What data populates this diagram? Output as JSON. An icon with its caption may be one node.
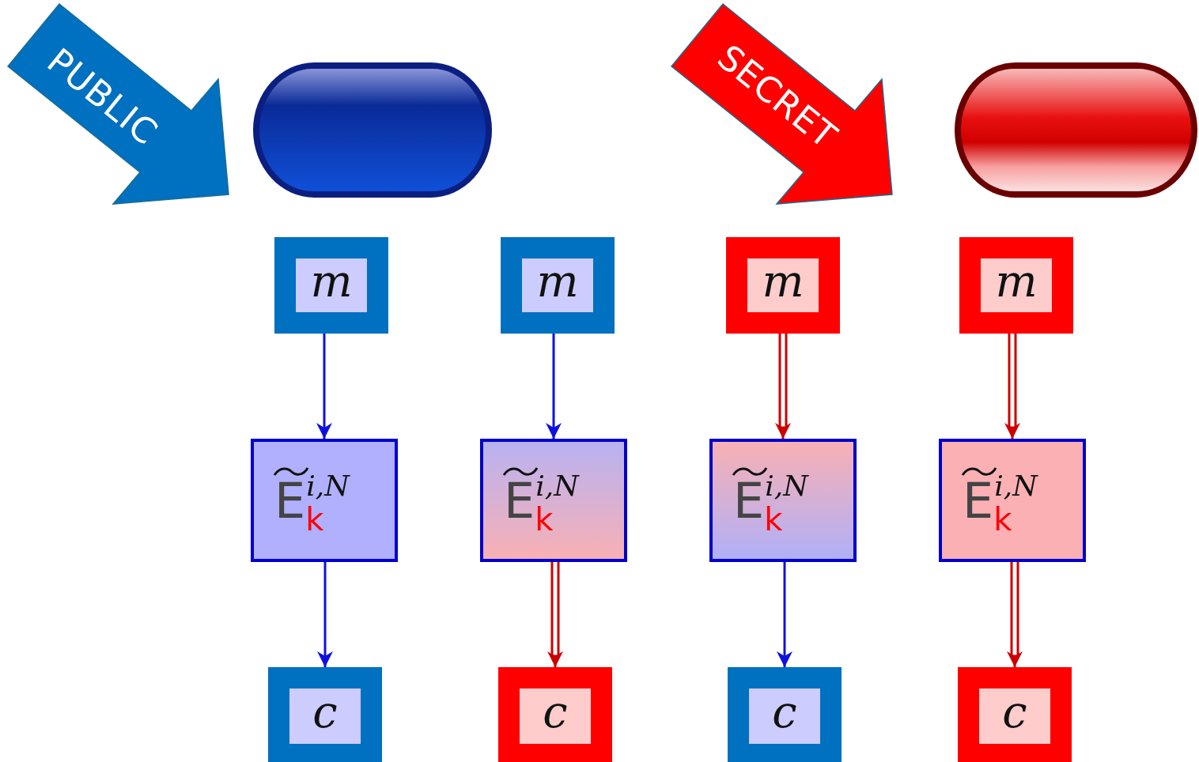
{
  "diagram": {
    "nodes": [
      {
        "text": [
          "PUBLIC"
        ]
      },
      {
        "text": [],
        "shape": "pill"
      },
      {
        "text": [
          "SECRET"
        ]
      },
      {
        "text": [],
        "shape": "pill"
      },
      {
        "text": [
          "m"
        ]
      },
      {
        "text": [
          "m"
        ]
      },
      {
        "text": [
          "m"
        ]
      },
      {
        "text": [
          "m"
        ]
      },
      {
        "text": [
          "E$_{k}$$^{i,N}$"
        ]
      },
      {
        "text": [
          "E$_{k}$$^{i,N}$"
        ]
      },
      {
        "text": [
          "E$_{k}$$^{i,N}$"
        ]
      },
      {
        "text": [
          "E$_{k}$$^{i,N}$"
        ]
      },
      {
        "text": [
          "c"
        ]
      },
      {
        "text": [
          "c"
        ]
      },
      {
        "text": [
          "c"
        ]
      },
      {
        "text": [
          "c"
        ]
      }
    ],
    "edges": [
      {
        "from": 4,
        "to": 8,
        "arrow": "to"
      },
      {
        "from": 5,
        "to": 9,
        "arrow": "to"
      },
      {
        "from": 6,
        "to": 10,
        "arrow": "to",
        "color": "#cc0000"
      },
      {
        "from": 7,
        "to": 11,
        "arrow": "to",
        "color": "#cc0000"
      },
      {
        "from": 8,
        "to": 12,
        "arrow": "to"
      },
      {
        "from": 9,
        "to": 13,
        "arrow": "to",
        "color": "#cc0000"
      },
      {
        "from": 10,
        "to": 14,
        "arrow": "to"
      },
      {
        "from": 11,
        "to": 15,
        "arrow": "to",
        "color": "#cc0000"
      }
    ]
  }
}
